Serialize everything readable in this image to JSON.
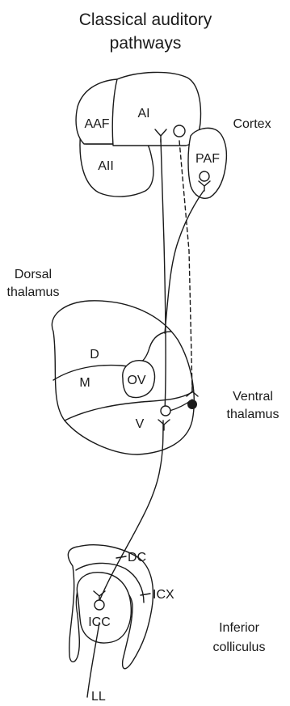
{
  "title_line1": "Classical auditory",
  "title_line2": "pathways",
  "cortex": {
    "label": "Cortex",
    "regions": {
      "aaf": "AAF",
      "ai": "AI",
      "aii": "AII",
      "paf": "PAF"
    }
  },
  "dorsal_thalamus": {
    "line1": "Dorsal",
    "line2": "thalamus"
  },
  "thalamus_regions": {
    "d": "D",
    "m": "M",
    "ov": "OV",
    "v": "V"
  },
  "ventral_thalamus": {
    "line1": "Ventral",
    "line2": "thalamus"
  },
  "colliculus_regions": {
    "dc": "DC",
    "icx": "ICX",
    "icc": "ICC"
  },
  "inferior_colliculus": {
    "line1": "Inferior",
    "line2": "colliculus"
  },
  "ll": "LL",
  "colors": {
    "line": "#1a1a1a",
    "background": "#ffffff"
  }
}
